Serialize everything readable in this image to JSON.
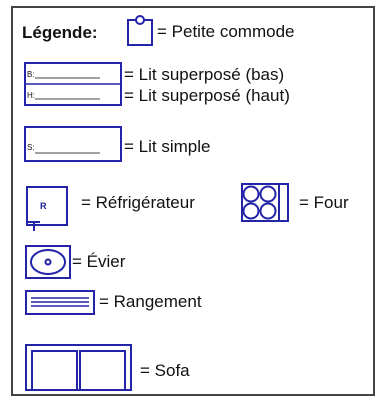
{
  "legend": {
    "title": "Légende:",
    "colors": {
      "symbol_stroke": "#2424a8",
      "frame": "#444444",
      "text": "#111111"
    },
    "items": [
      {
        "icon": "small-dresser-icon",
        "label": "= Petite commode"
      },
      {
        "icon": "bunk-bed-icon",
        "prefix_bottom": "B:",
        "prefix_top": "H:",
        "label_bottom": "= Lit superposé (bas)",
        "label_top": "= Lit superposé (haut)"
      },
      {
        "icon": "single-bed-icon",
        "prefix": "S:",
        "label": "= Lit simple"
      },
      {
        "icon": "refrigerator-icon",
        "mark": "R",
        "label": "= Réfrigérateur"
      },
      {
        "icon": "oven-icon",
        "label": "= Four"
      },
      {
        "icon": "sink-icon",
        "label": "= Évier"
      },
      {
        "icon": "storage-icon",
        "label": "= Rangement"
      },
      {
        "icon": "sofa-icon",
        "label": "= Sofa"
      }
    ]
  }
}
